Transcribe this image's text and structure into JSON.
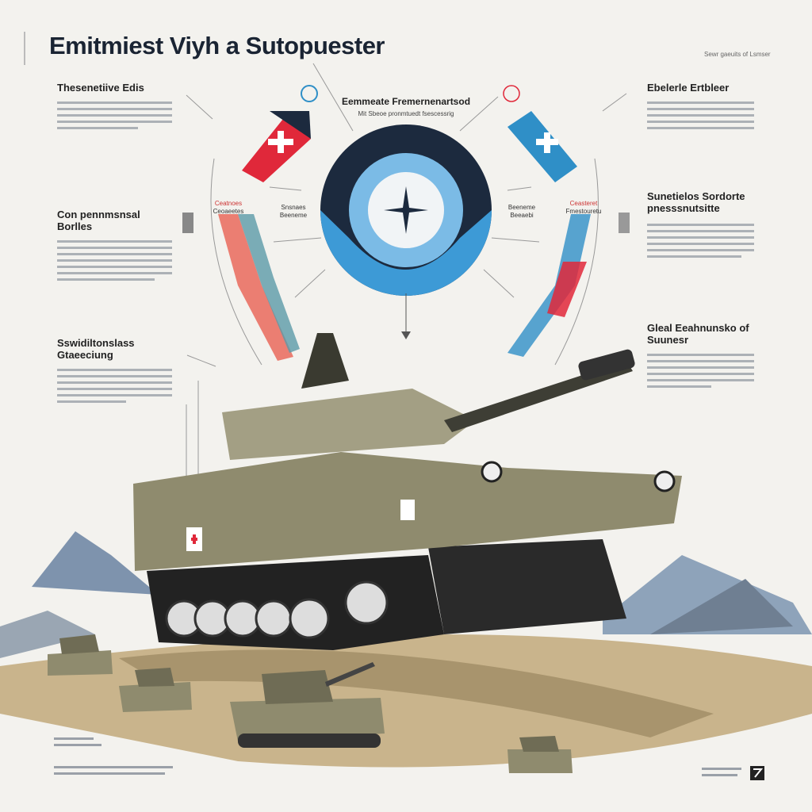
{
  "header": {
    "title": "Emitmiest Viyh a Sutopuester",
    "tagline": "Sewr gaeuits of Lsmser"
  },
  "center": {
    "title": "Eemmeate Fremernenartsod",
    "subtitle": "Mit Sbeoe pronmtuedt fsescessrig",
    "labels": [
      {
        "a": "Ceatnoes",
        "b": "Ceoaeetes"
      },
      {
        "a": "Snsnaes",
        "b": "Beeneme"
      },
      {
        "a": "Beeneme",
        "b": "Beeaebi"
      },
      {
        "a": "Ceasteret",
        "b": "Fmestouretu"
      }
    ]
  },
  "sections": {
    "left1": "Thesenetiive Edis",
    "left2": "Con pennmsnsal Borlles",
    "left3": "Sswidiltonslass Gtaeeciung",
    "right1": "Ebelerle Ertbleer",
    "right2": "Sunetielos Sordorte pnesssnutsitte",
    "right3": "Gleal Eeahnunsko of Suunesr"
  },
  "colors": {
    "accent_red": "#e0283a",
    "accent_blue": "#2f8fc7",
    "navy": "#1c2a3e",
    "khaki": "#8f8b6e",
    "sand": "#c9b48c"
  },
  "icons": [
    "swiss-cross-icon",
    "compass-icon",
    "pin-icon",
    "logo-icon"
  ]
}
